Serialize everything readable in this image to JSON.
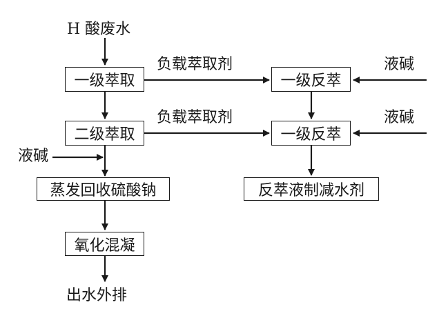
{
  "input_label": "H 酸废水",
  "output_label": "出水外排",
  "boxes": {
    "extract1": "一级萃取",
    "extract2": "二级萃取",
    "evaporate": "蒸发回收硫酸钠",
    "oxidize": "氧化混凝",
    "back1": "一级反萃",
    "back2": "一级反萃",
    "product": "反萃液制减水剂"
  },
  "edge_labels": {
    "loaded1": "负载萃取剂",
    "loaded2": "负载萃取剂",
    "alkali_top": "液碱",
    "alkali_mid": "液碱",
    "alkali_left": "液碱"
  }
}
